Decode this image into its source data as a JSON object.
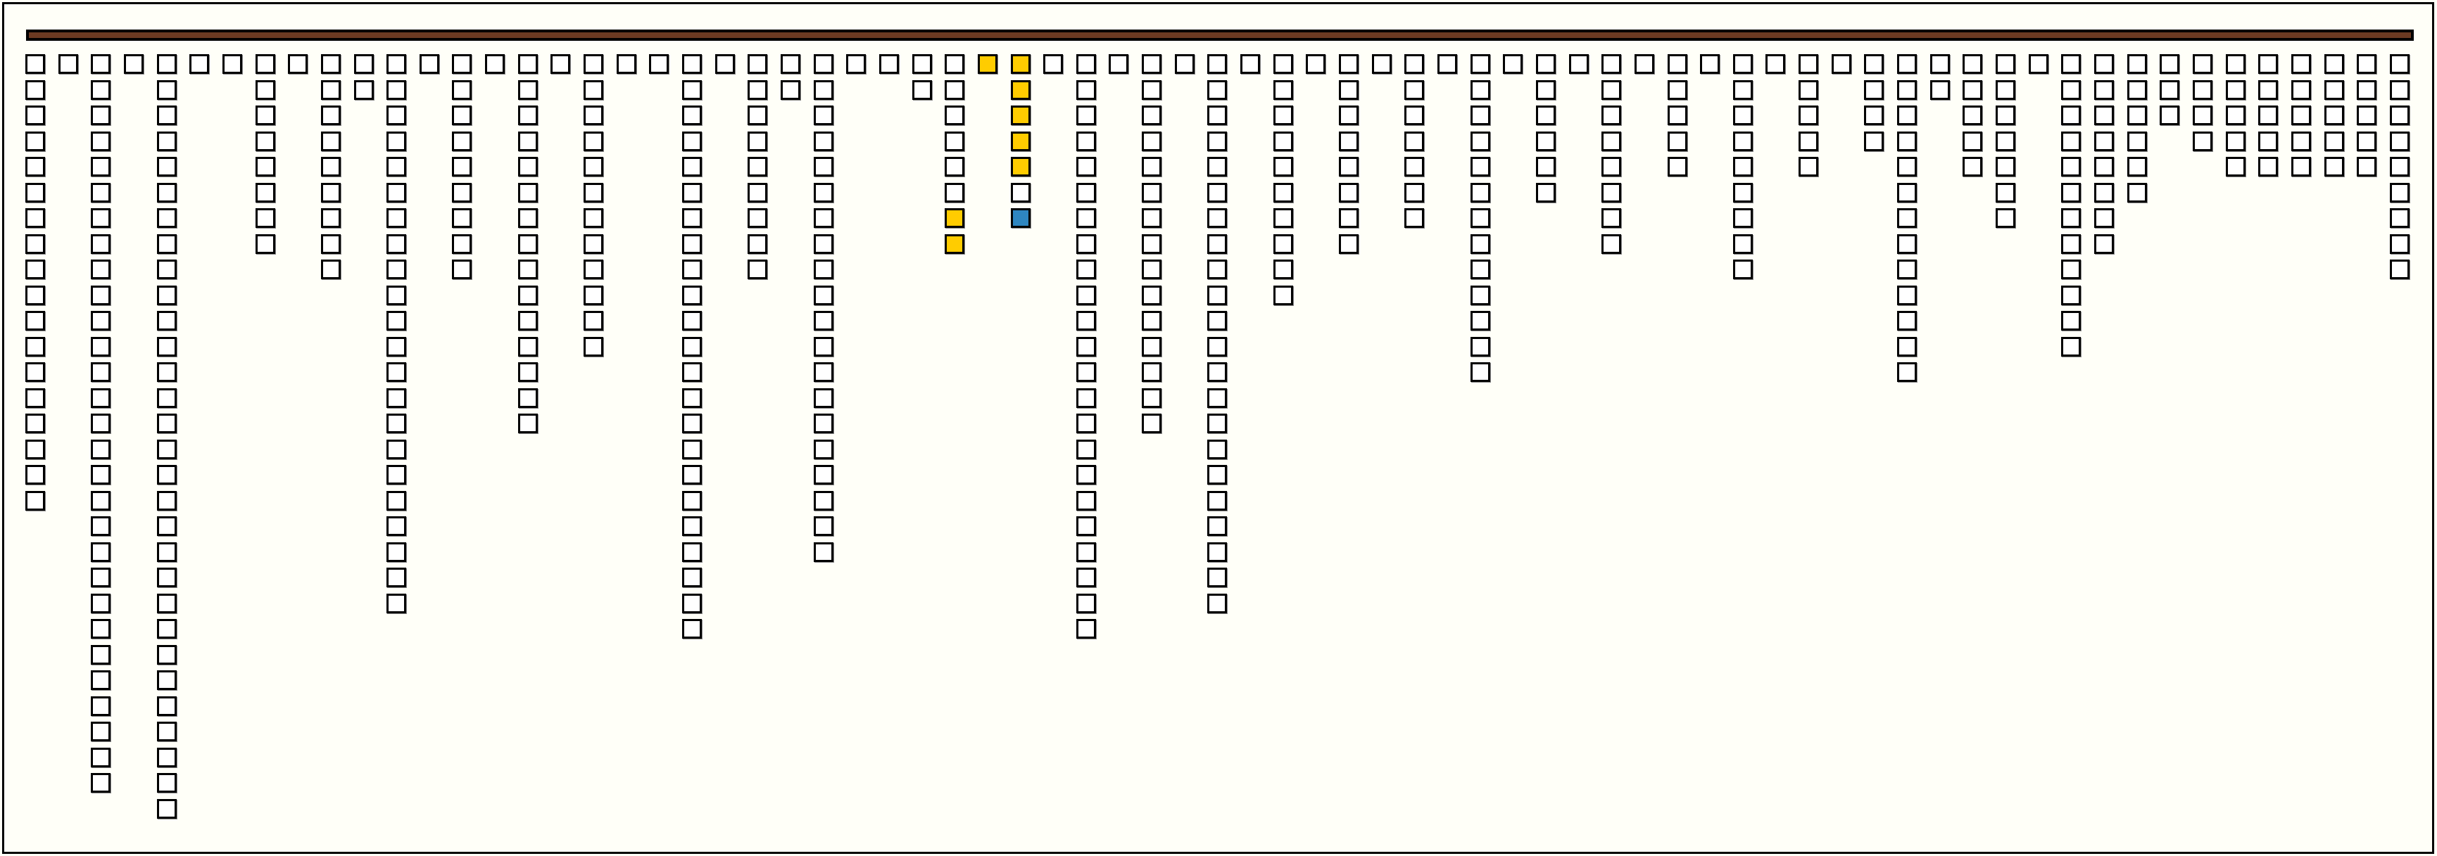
{
  "colors": {
    "background": "#fffff8",
    "bar": "#6b3a22",
    "empty": "#ffffff",
    "yellow": "#ffcc00",
    "blue": "#2e86c1",
    "border": "#000000"
  },
  "legend_codes": {
    "w": "empty",
    "y": "yellow",
    "b": "blue"
  },
  "columns": [
    "wwwwwwwwwwwwwwwwww",
    "w",
    "wwwwwwwwwwwwwwwwwwwwwwwwwwwww",
    "w",
    "wwwwwwwwwwwwwwwwwwwwwwwwwwwwww",
    "w",
    "w",
    "wwwwwwww",
    "w",
    "wwwwwwwww",
    "ww",
    "wwwwwwwwwwwwwwwwwwwwww",
    "w",
    "wwwwwwwww",
    "w",
    "wwwwwwwwwwwwwww",
    "w",
    "wwwwwwwwwwww",
    "w",
    "w",
    "wwwwwwwwwwwwwwwwwwwwwww",
    "w",
    "wwwwwwwww",
    "ww",
    "wwwwwwwwwwwwwwwwwwww",
    "w",
    "w",
    "ww",
    "wwwwwwyy",
    "y",
    "yyyyywb",
    "w",
    "wwwwwwwwwwwwwwwwwwwwwww",
    "w",
    "wwwwwwwwwwwwwww",
    "w",
    "wwwwwwwwwwwwwwwwwwwwww",
    "w",
    "wwwwwwwwww",
    "w",
    "wwwwwwww",
    "w",
    "wwwwwww",
    "w",
    "wwwwwwwwwwwww",
    "w",
    "wwwwww",
    "w",
    "wwwwwwww",
    "w",
    "wwwww",
    "w",
    "wwwwwwwww",
    "w",
    "wwwww",
    "w",
    "wwww",
    "wwwwwwwwwwwww",
    "ww",
    "wwwww",
    "wwwwwww",
    "w",
    "wwwwwwwwwwww",
    "wwwwwwww",
    "wwwwww",
    "www",
    "wwww",
    "wwwww",
    "wwwww",
    "wwwww",
    "wwwww",
    "wwwww",
    "wwwwwwwww"
  ]
}
